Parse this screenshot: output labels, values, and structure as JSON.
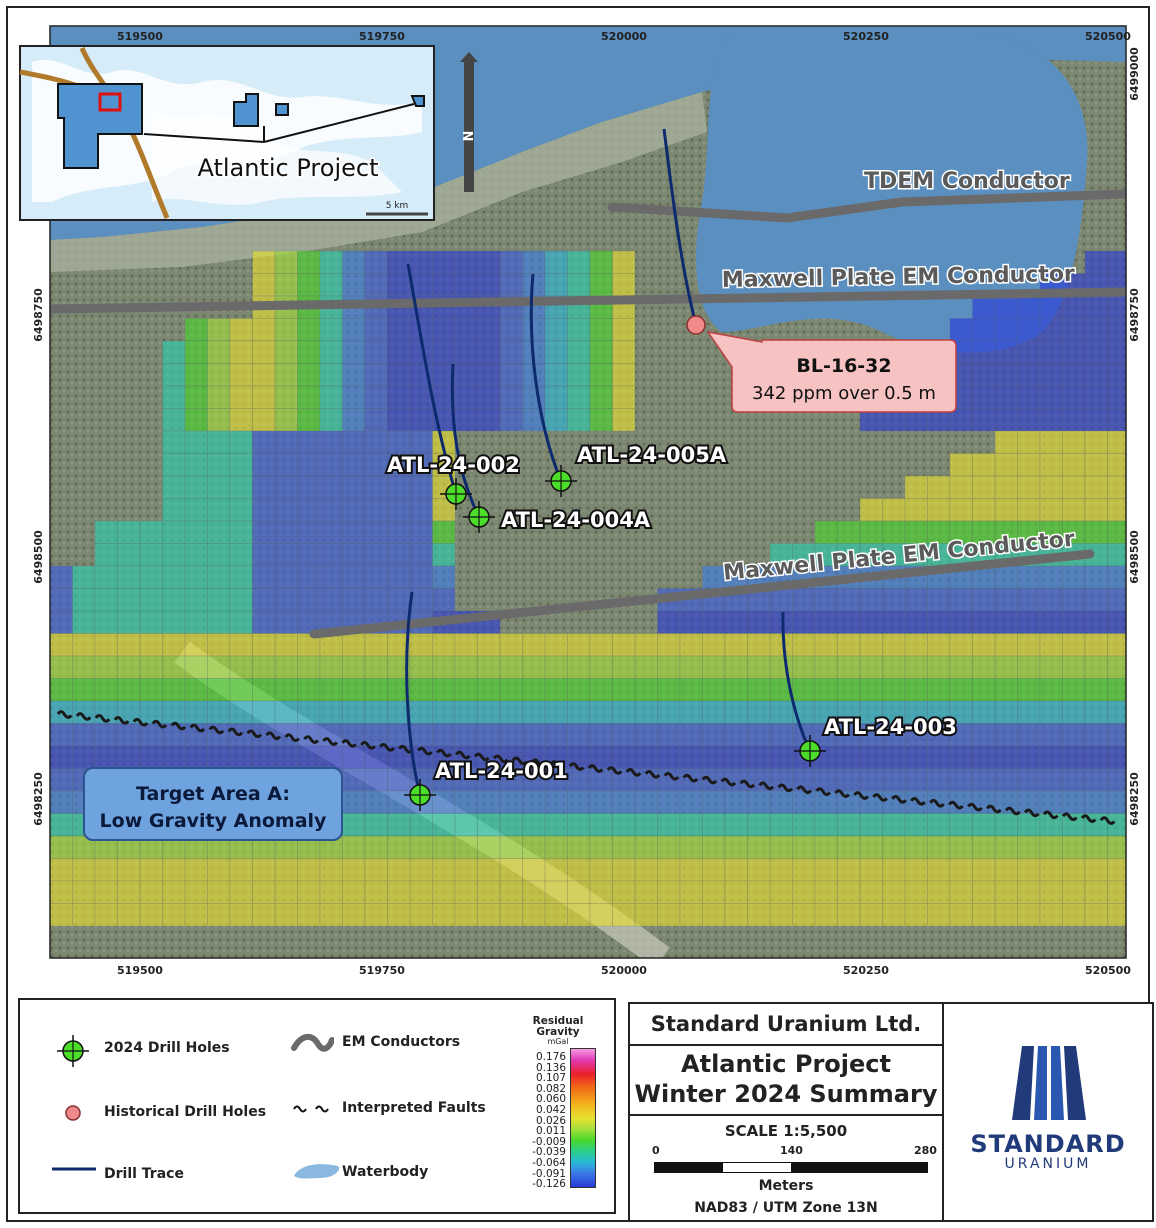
{
  "map": {
    "x_labels": [
      "519500",
      "519750",
      "520000",
      "520250",
      "520500"
    ],
    "y_labels": [
      "6499000",
      "6498750",
      "6498500",
      "6498250"
    ],
    "conductors": [
      "TDEM Conductor",
      "Maxwell Plate EM Conductor",
      "Maxwell Plate EM Conductor"
    ],
    "drill_holes": [
      {
        "id": "ATL-24-002"
      },
      {
        "id": "ATL-24-004A"
      },
      {
        "id": "ATL-24-005A"
      },
      {
        "id": "ATL-24-001"
      },
      {
        "id": "ATL-24-003"
      }
    ],
    "historical_hole": {
      "id": "BL-16-32",
      "result": "342 ppm over 0.5 m"
    },
    "target_area": {
      "line1": "Target Area A:",
      "line2": "Low Gravity Anomaly"
    },
    "inset": {
      "label": "Atlantic Project",
      "scale": "5 km"
    },
    "north_letter": "N"
  },
  "legend": {
    "items": {
      "drill_holes": "2024 Drill Holes",
      "historical": "Historical Drill Holes",
      "drill_trace": "Drill Trace",
      "em": "EM Conductors",
      "faults": "Interpreted Faults",
      "water": "Waterbody"
    },
    "colorbar": {
      "title1": "Residual",
      "title2": "Gravity",
      "unit": "mGal",
      "ticks": [
        "0.176",
        "0.136",
        "0.107",
        "0.082",
        "0.060",
        "0.042",
        "0.026",
        "0.011",
        "-0.009",
        "-0.039",
        "-0.064",
        "-0.091",
        "-0.126"
      ]
    }
  },
  "title_block": {
    "company": "Standard Uranium Ltd.",
    "title1": "Atlantic Project",
    "title2": "Winter 2024 Summary",
    "scale": "SCALE 1:5,500",
    "bar": [
      "0",
      "140",
      "280"
    ],
    "units": "Meters",
    "datum": "NAD83 / UTM Zone 13N",
    "logo1": "STANDARD",
    "logo2": "URANIUM"
  },
  "colors": {
    "water": "#5a8fc0",
    "drill_trace": "#0d2a6e",
    "drill_hole": "#4cdc2a",
    "historical": "#f08a8a",
    "conductor": "#6a6a6a",
    "logo": "#203a7a"
  }
}
